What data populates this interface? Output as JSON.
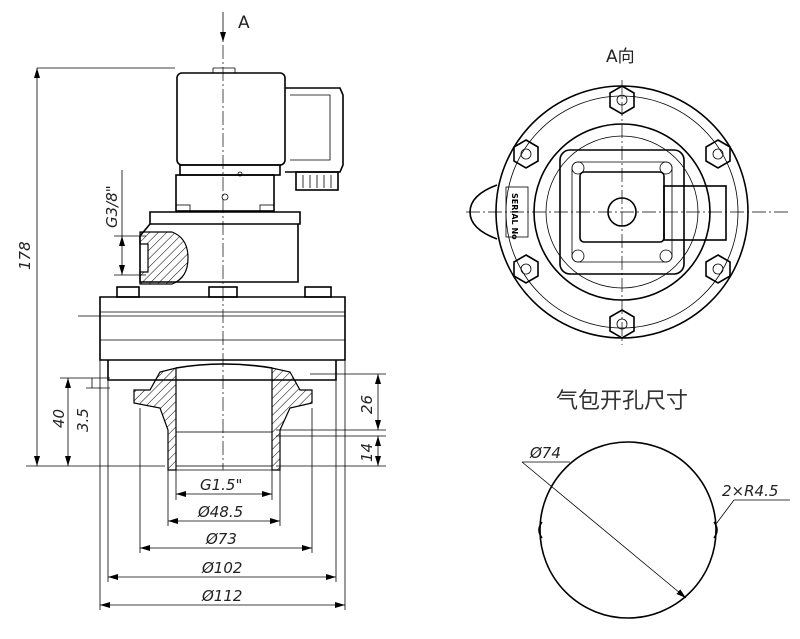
{
  "view_label_arrow": "A",
  "view_label_top": "A向",
  "serial_label": "SERIAL No",
  "section_title": "气包开孔尺寸",
  "dimensions": {
    "height_total": "178",
    "height_40": "40",
    "height_3_5": "3.5",
    "thread_g38": "G3/8\"",
    "height_26": "26",
    "height_14": "14",
    "thread_g15": "G1.5\"",
    "dia_48_5": "Ø48.5",
    "dia_73": "Ø73",
    "dia_102": "Ø102",
    "dia_112": "Ø112",
    "hole_dia": "Ø74",
    "hole_radius": "2×R4.5"
  }
}
